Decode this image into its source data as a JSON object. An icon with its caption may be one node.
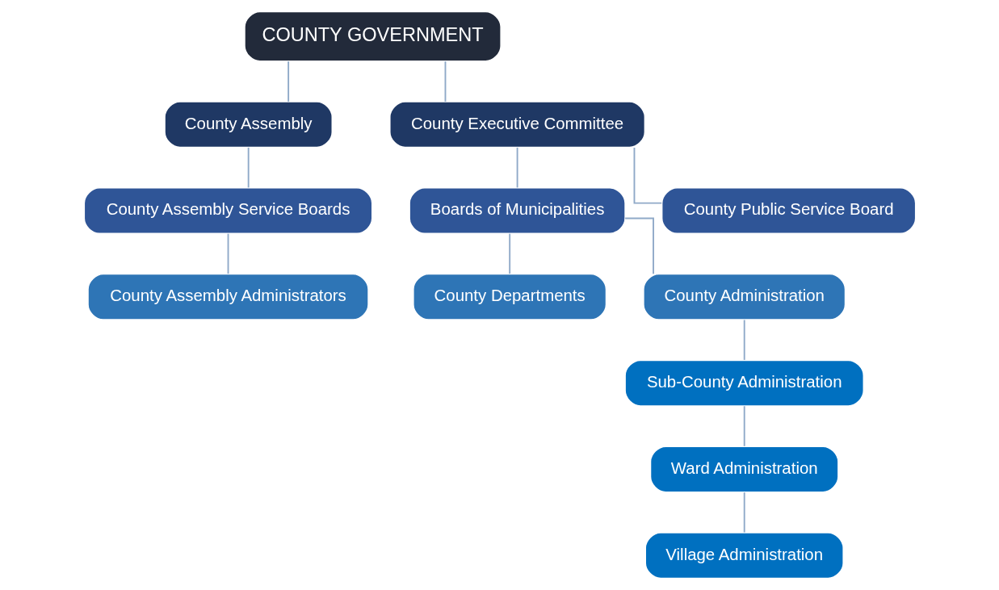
{
  "diagram": {
    "nodes": [
      {
        "text": [
          "COUNTY GOVERNMENT"
        ]
      },
      {
        "text": [
          "County Assembly"
        ]
      },
      {
        "text": [
          "County Executive Committee"
        ]
      },
      {
        "text": [
          "County Assembly Service Boards"
        ]
      },
      {
        "text": [
          "Boards of Municipalities"
        ]
      },
      {
        "text": [
          "County Public Service Board"
        ]
      },
      {
        "text": [
          "County Assembly Administrators"
        ]
      },
      {
        "text": [
          "County Departments"
        ]
      },
      {
        "text": [
          "County Administration"
        ]
      },
      {
        "text": [
          "Sub-County Administration"
        ]
      },
      {
        "text": [
          "Ward Administration"
        ]
      },
      {
        "text": [
          "Village Administration"
        ]
      }
    ],
    "edges": [
      {
        "from": 0,
        "to": 1,
        "arrow": "none"
      },
      {
        "from": 0,
        "to": 2,
        "arrow": "none"
      },
      {
        "from": 1,
        "to": 3,
        "arrow": "none"
      },
      {
        "from": 3,
        "to": 6,
        "arrow": "none"
      },
      {
        "from": 2,
        "to": 4,
        "arrow": "none"
      },
      {
        "from": 2,
        "to": 5,
        "arrow": "none"
      },
      {
        "from": 4,
        "to": 7,
        "arrow": "none"
      },
      {
        "from": 4,
        "to": 8,
        "arrow": "none"
      },
      {
        "from": 8,
        "to": 9,
        "arrow": "none"
      },
      {
        "from": 9,
        "to": 10,
        "arrow": "none"
      },
      {
        "from": 10,
        "to": 11,
        "arrow": "none"
      }
    ]
  }
}
